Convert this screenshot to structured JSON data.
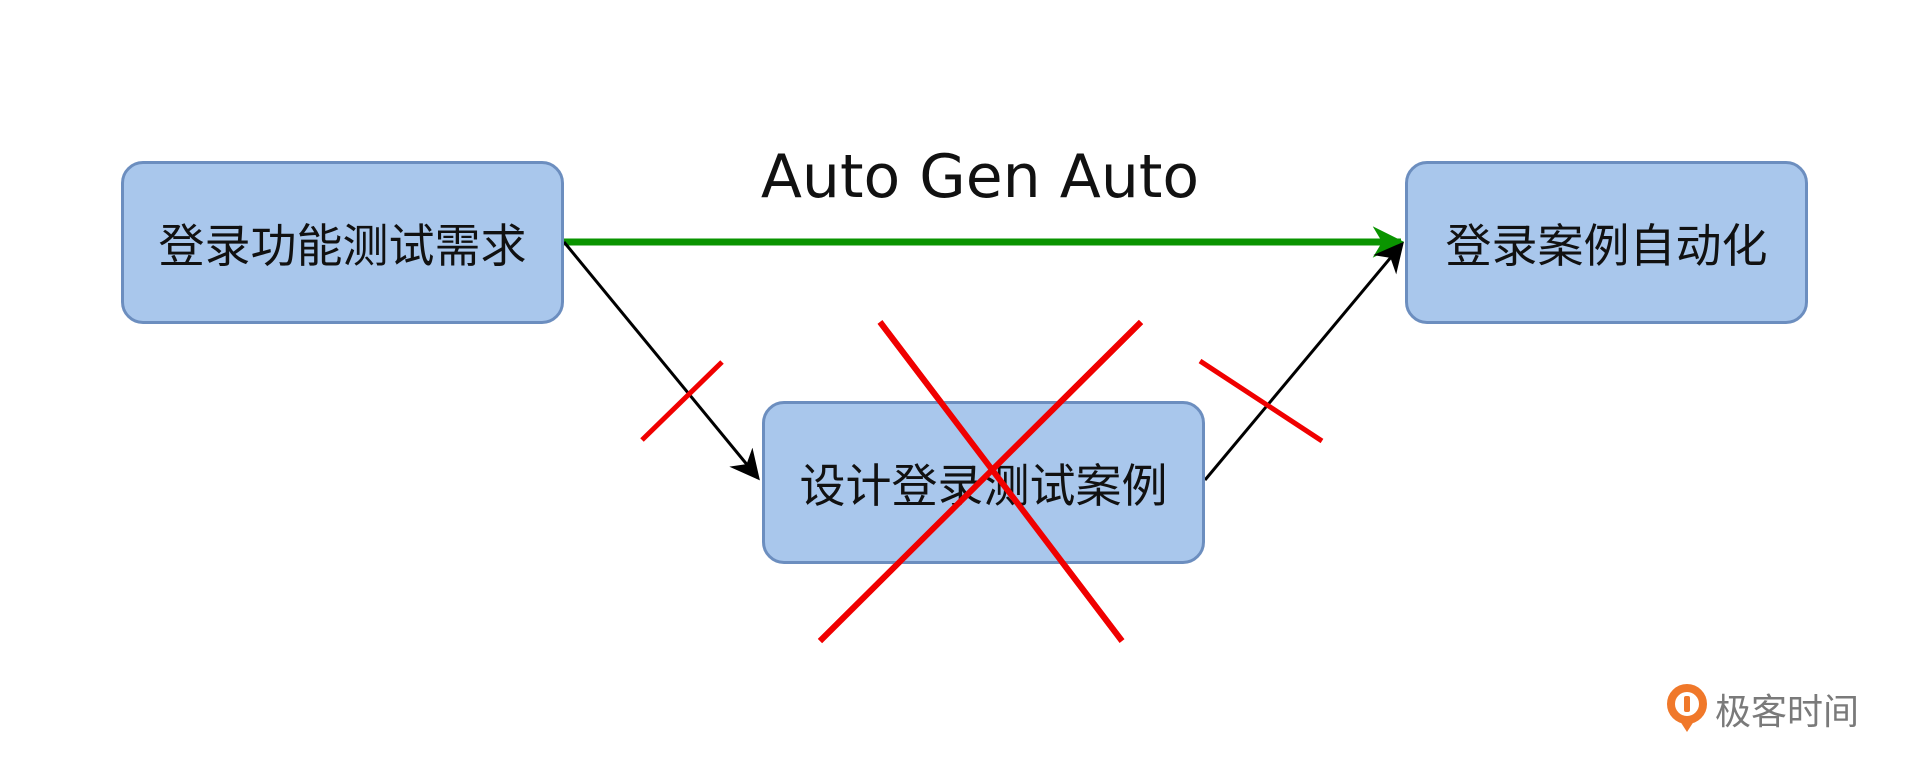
{
  "nodes": {
    "requirement": "登录功能测试需求",
    "automation": "登录案例自动化",
    "test_case_design": "设计登录测试案例"
  },
  "edges": {
    "direct_label": "Auto Gen Auto"
  },
  "brand": {
    "name": "极客时间",
    "icon": "geektime-logo-icon"
  },
  "colors": {
    "box_fill": "#a9c7ec",
    "box_stroke": "#6c8ebf",
    "direct_arrow": "#0a9400",
    "indirect_arrow": "#000000",
    "strike": "#f00000",
    "brand_orange": "#f0782a"
  }
}
